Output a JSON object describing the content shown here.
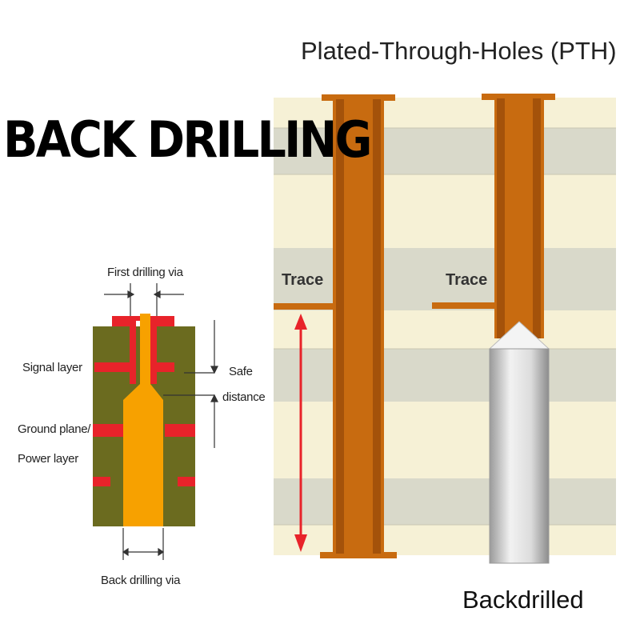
{
  "title": "BACK DRILLING",
  "pth_title": "Plated-Through-Holes (PTH)",
  "backdrilled_label": "Backdrilled",
  "trace_label_left": "Trace",
  "trace_label_right": "Trace",
  "left_diagram": {
    "first_drilling_via": "First drilling via",
    "signal_layer": "Signal layer",
    "safe_line1": "Safe",
    "safe_line2": "distance",
    "ground_line1": "Ground plane/",
    "ground_line2": "Power layer",
    "back_drilling_via": "Back drilling via"
  },
  "colors": {
    "board_green": "#6b6b1f",
    "copper_red": "#e8232a",
    "via_orange": "#f7a100",
    "pth_copper": "#c86b10",
    "layer_light": "#f6f1d6",
    "layer_gray": "#d9d9ca",
    "arrow_red": "#e8232a"
  }
}
